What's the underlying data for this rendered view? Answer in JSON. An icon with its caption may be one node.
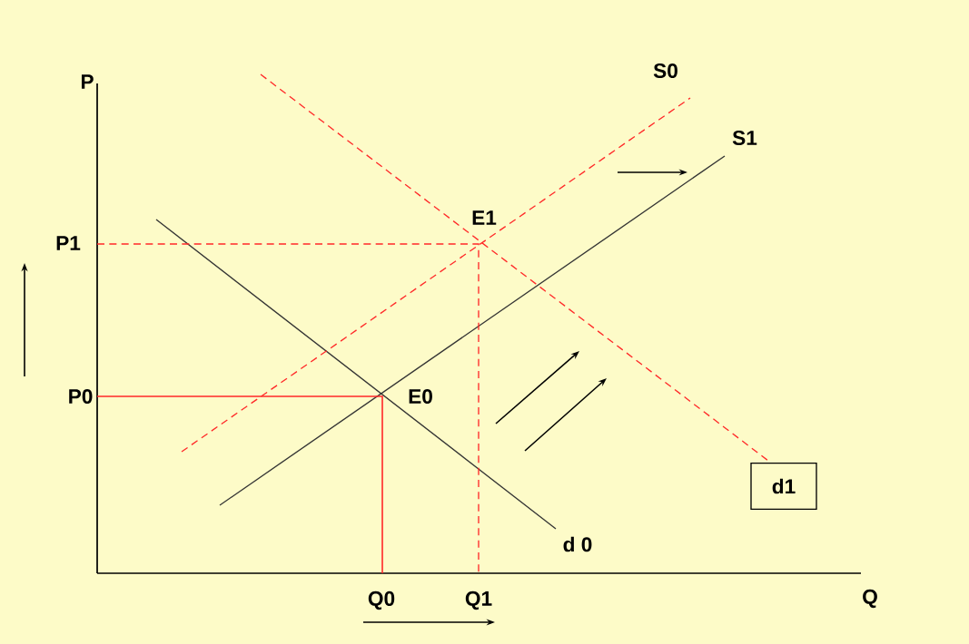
{
  "diagram": {
    "nodes": [
      {
        "text": [
          "d1"
        ]
      }
    ],
    "labels": [
      "P",
      "S0",
      "S1",
      "E1",
      "P1",
      "P0",
      "E0",
      "d 0",
      "Q0",
      "Q1",
      "Q"
    ]
  }
}
